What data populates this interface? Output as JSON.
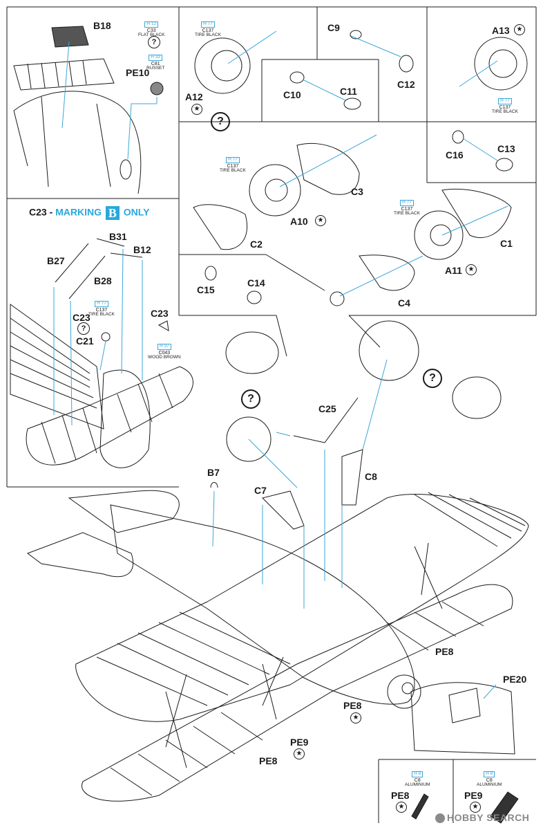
{
  "colors": {
    "accent_blue": "#29a8dc",
    "line": "#1a1a1a",
    "guide": "#3aa6d8"
  },
  "paints": {
    "h12": {
      "code": "H 12",
      "num": "C33",
      "name": "FLAT BLACK"
    },
    "h33": {
      "code": "H 33",
      "num": "C81",
      "name": "RUSSET"
    },
    "h77": {
      "code": "H 77",
      "num": "C137",
      "name": "TIRE BLACK"
    },
    "h37": {
      "code": "H 37",
      "num": "C043",
      "name": "WOOD BROWN"
    },
    "h8": {
      "code": "H 8",
      "num": "C8",
      "name": "ALUMINIUM"
    }
  },
  "marking": {
    "prefix": "C23 -",
    "word1": "MARKING",
    "letter": "B",
    "word2": "ONLY"
  },
  "parts": {
    "b18": "B18",
    "pe10": "PE10",
    "a12": "A12",
    "c9": "C9",
    "c12": "C12",
    "c10": "C10",
    "c11": "C11",
    "a13": "A13",
    "c16": "C16",
    "c13": "C13",
    "c3": "C3",
    "a10": "A10",
    "c2": "C2",
    "c1": "C1",
    "a11": "A11",
    "c4": "C4",
    "c15": "C15",
    "c14": "C14",
    "b31": "B31",
    "b12": "B12",
    "b27": "B27",
    "b28": "B28",
    "c23": "C23",
    "c21": "C21",
    "c25": "C25",
    "c8": "C8",
    "b7": "B7",
    "c7": "C7",
    "pe8": "PE8",
    "pe9": "PE9",
    "pe20": "PE20"
  },
  "symbols": {
    "question": "?",
    "star": "★"
  },
  "watermark": "HOBBY SEARCH"
}
